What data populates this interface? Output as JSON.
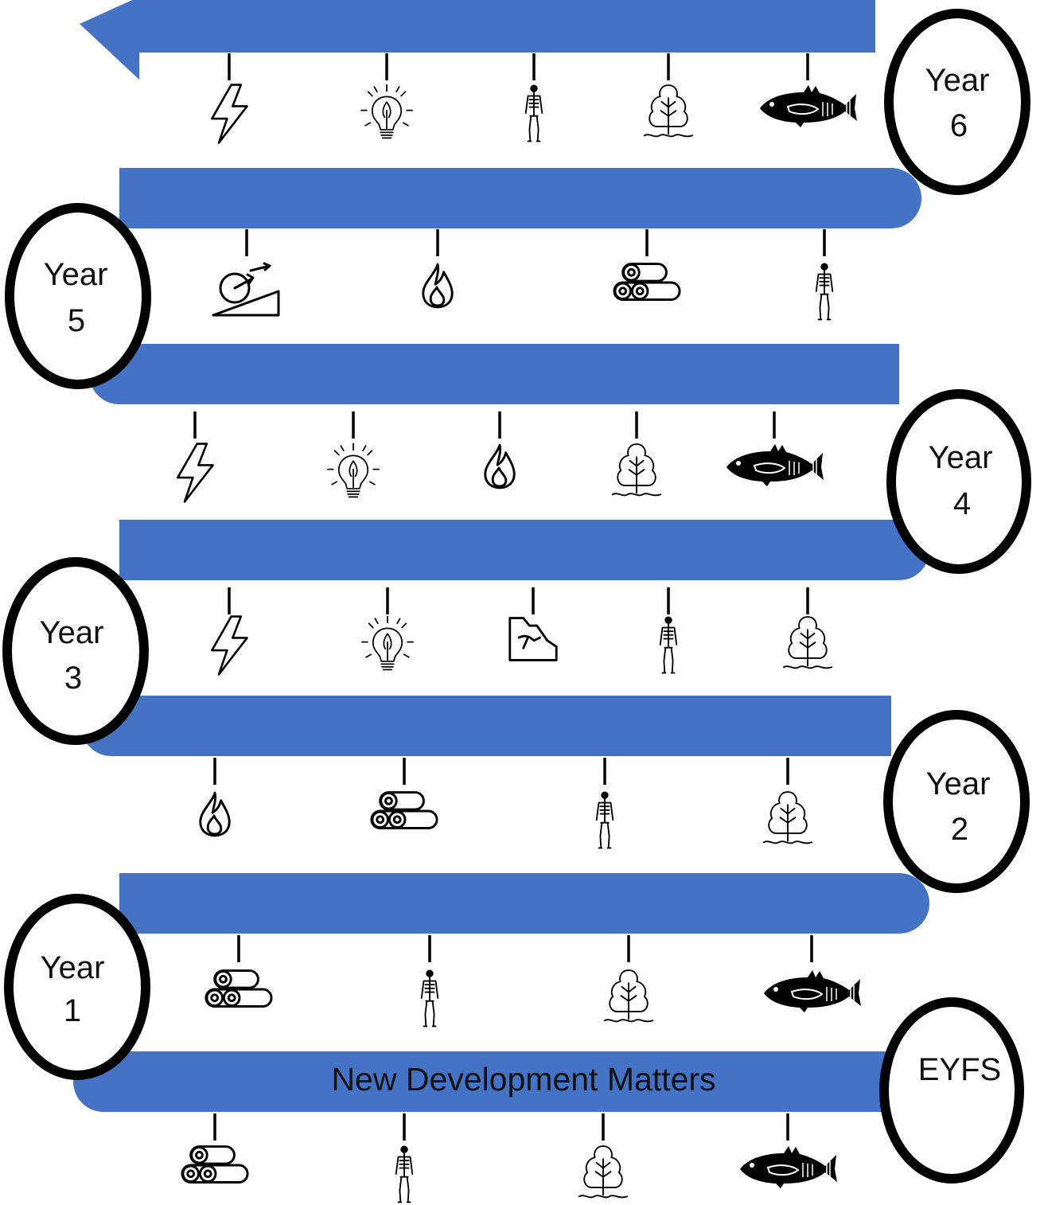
{
  "colors": {
    "path": "#4472c4",
    "badge_border": "#000000",
    "badge_fill": "#ffffff",
    "icon": "#000000"
  },
  "banner": {
    "text": "New Development Matters"
  },
  "stages": [
    {
      "id": "eyfs",
      "label_line1": "EYFS",
      "label_line2": "",
      "icons": [
        "logs-icon",
        "skeleton-icon",
        "tree-icon",
        "fish-icon"
      ]
    },
    {
      "id": "year1",
      "label_line1": "Year",
      "label_line2": "1",
      "icons": [
        "logs-icon",
        "skeleton-icon",
        "tree-icon",
        "fish-icon"
      ]
    },
    {
      "id": "year2",
      "label_line1": "Year",
      "label_line2": "2",
      "icons": [
        "flame-icon",
        "logs-icon",
        "skeleton-icon",
        "tree-icon"
      ]
    },
    {
      "id": "year3",
      "label_line1": "Year",
      "label_line2": "3",
      "icons": [
        "lightning-icon",
        "lightbulb-icon",
        "rock-icon",
        "skeleton-icon",
        "tree-icon"
      ]
    },
    {
      "id": "year4",
      "label_line1": "Year",
      "label_line2": "4",
      "icons": [
        "lightning-icon",
        "lightbulb-icon",
        "flame-icon",
        "tree-icon",
        "fish-icon"
      ]
    },
    {
      "id": "year5",
      "label_line1": "Year",
      "label_line2": "5",
      "icons": [
        "ramp-force-icon",
        "flame-icon",
        "logs-icon",
        "skeleton-icon"
      ]
    },
    {
      "id": "year6",
      "label_line1": "Year",
      "label_line2": "6",
      "icons": [
        "lightning-icon",
        "lightbulb-icon",
        "skeleton-icon",
        "tree-icon",
        "fish-icon"
      ]
    }
  ]
}
